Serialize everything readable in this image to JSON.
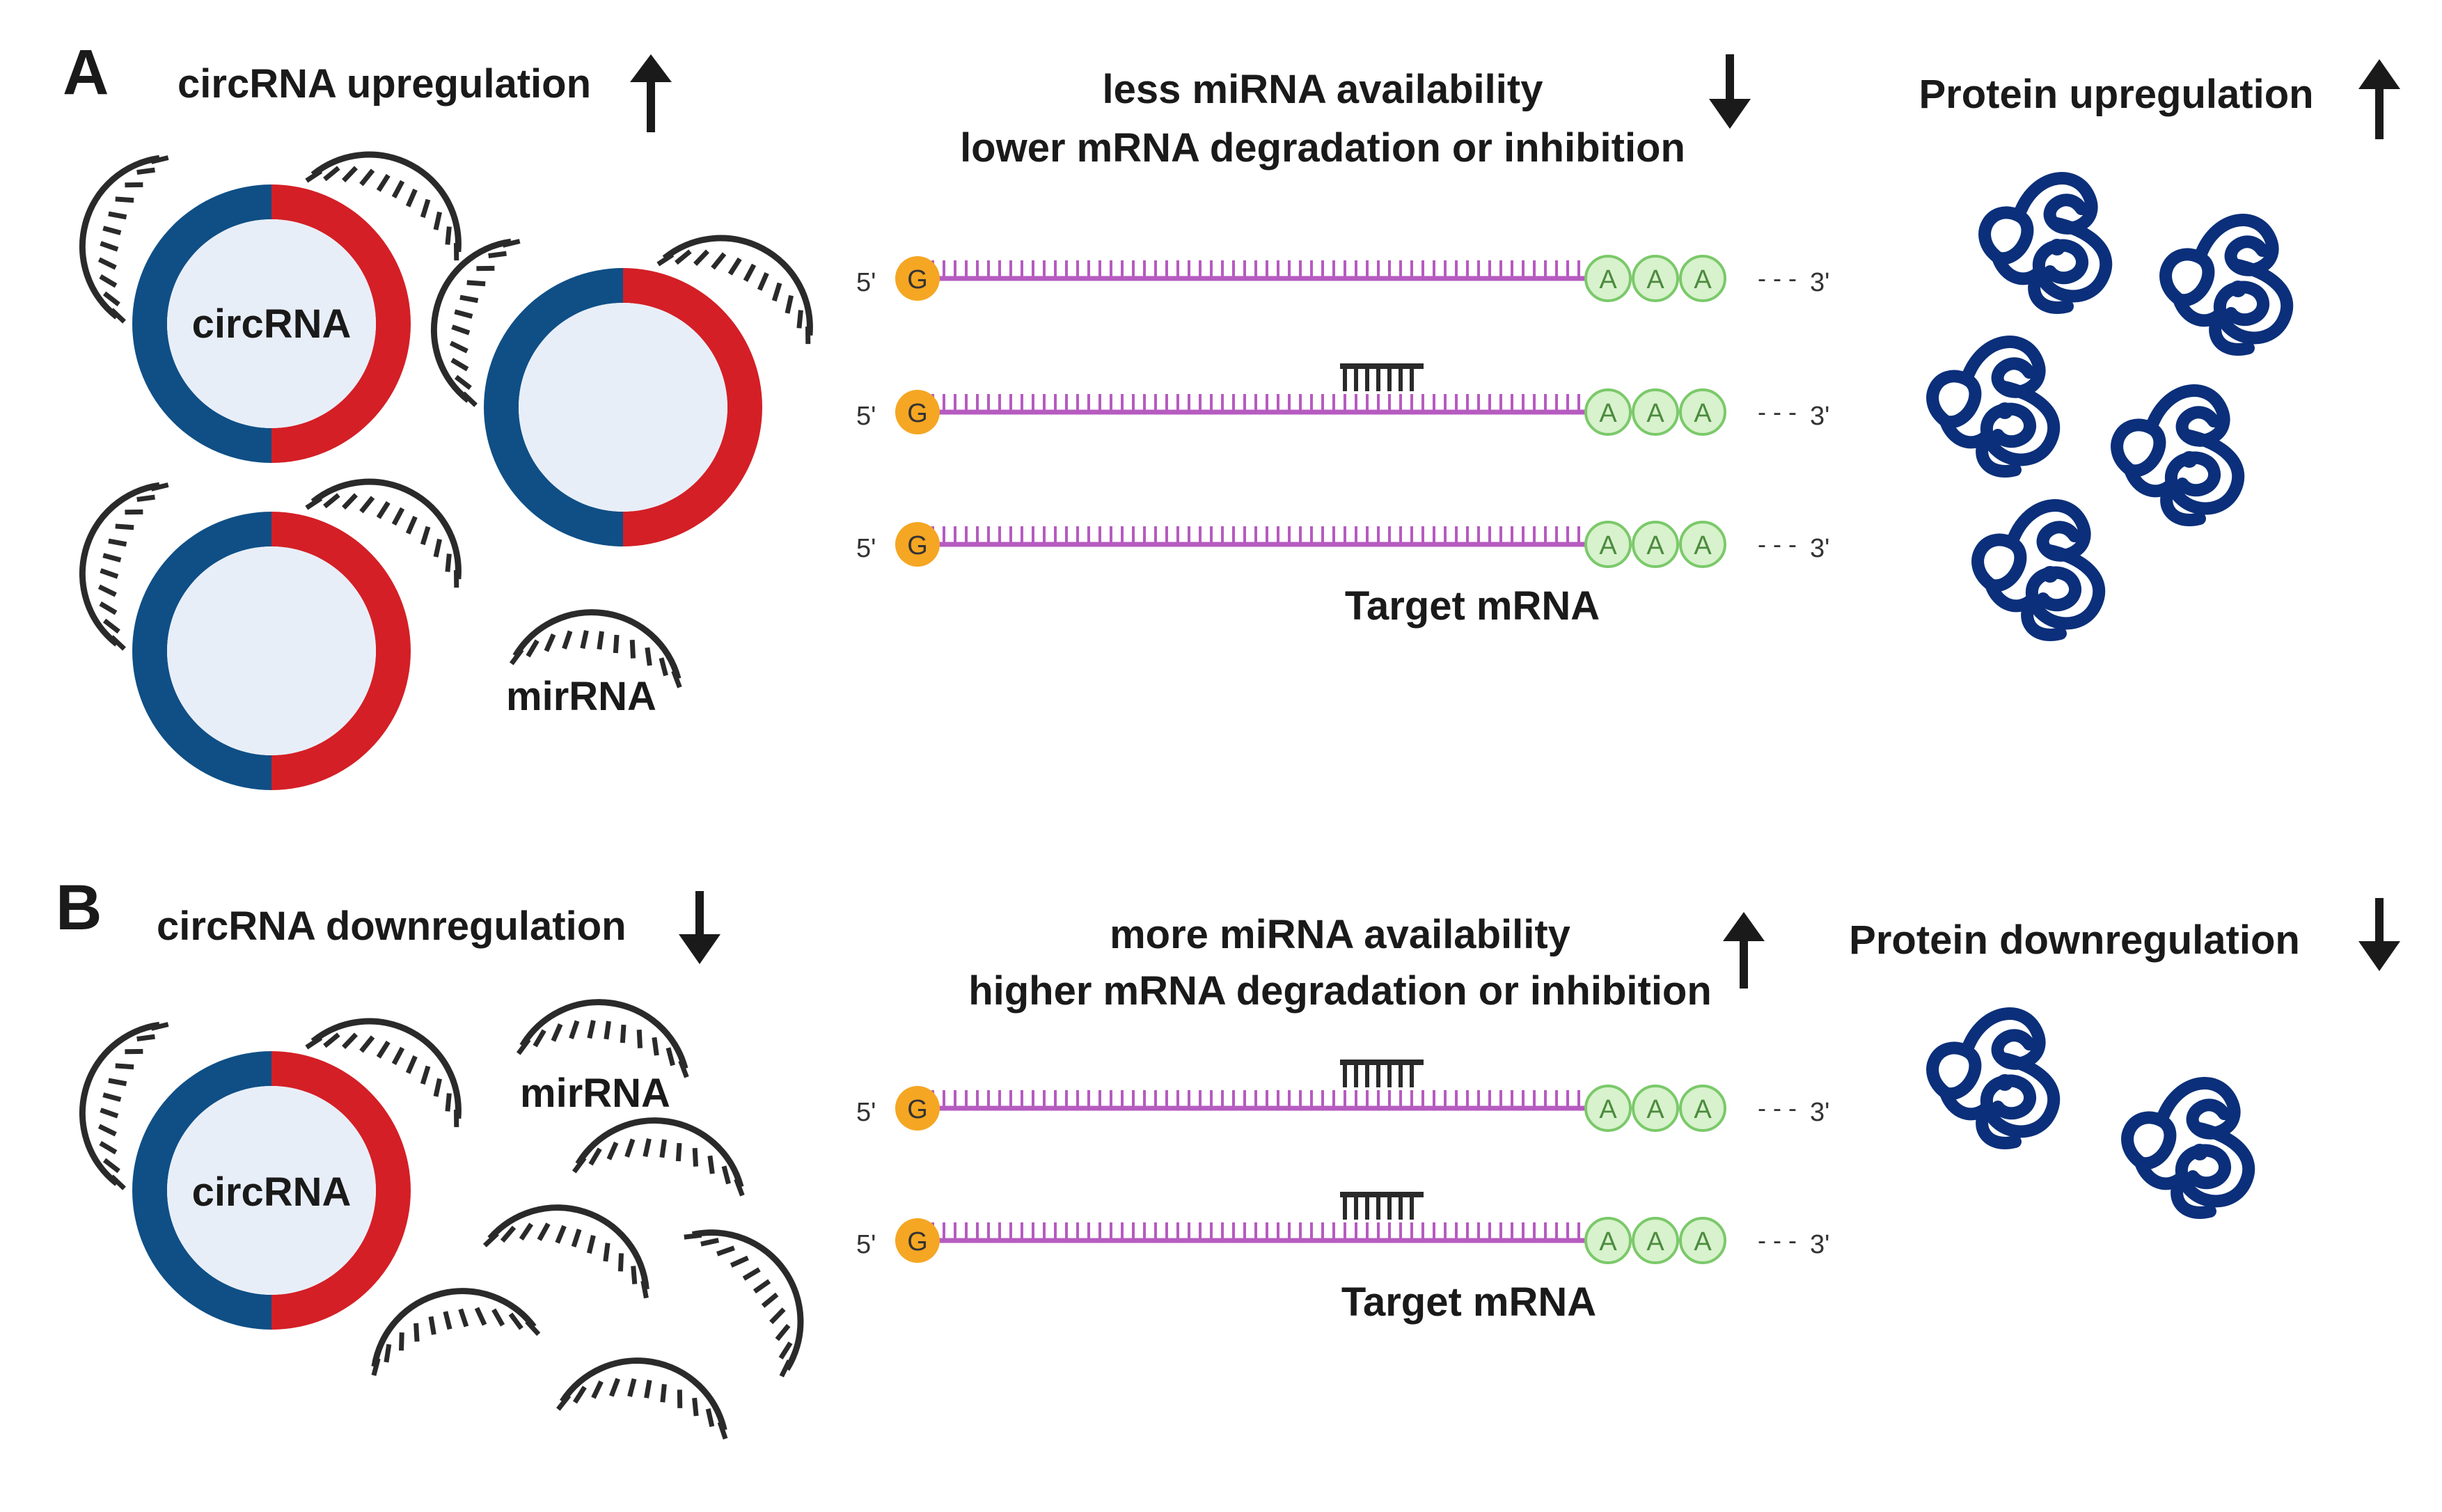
{
  "colors": {
    "circ_blue": "#0f4f86",
    "circ_red": "#d41f26",
    "circ_inner": "#e8eef8",
    "mirna": "#2a2a2a",
    "mrna": "#b65bc0",
    "cap": "#f5a623",
    "polyA_fill": "#d7f2cc",
    "polyA_stroke": "#7bc96a",
    "protein": "#0b2f7a",
    "text": "#1a1a1a"
  },
  "icons": [
    "circrna-icon",
    "mirna-icon",
    "mrna-icon",
    "protein-icon",
    "arrow-up-icon",
    "arrow-down-icon"
  ],
  "panel_a": {
    "letter": "A",
    "circ_title": "circRNA upregulation",
    "circ_label": "circRNA",
    "mirna_label": "mirRNA",
    "mirna_line1": "less miRNA availability",
    "mirna_line2": "lower mRNA degradation or inhibition",
    "mrna_label": "Target mRNA",
    "protein_title": "Protein upregulation"
  },
  "panel_b": {
    "letter": "B",
    "circ_title": "circRNA downregulation",
    "circ_label": "circRNA",
    "mirna_label": "mirRNA",
    "mirna_line1": "more miRNA availability",
    "mirna_line2": "higher mRNA degradation or inhibition",
    "mrna_label": "Target mRNA",
    "protein_title": "Protein downregulation"
  },
  "mrna_strand": {
    "five_prime": "5'",
    "three_prime": "3'",
    "cap": "G",
    "tail": [
      "A",
      "A",
      "A"
    ],
    "dashes": "- - -"
  }
}
